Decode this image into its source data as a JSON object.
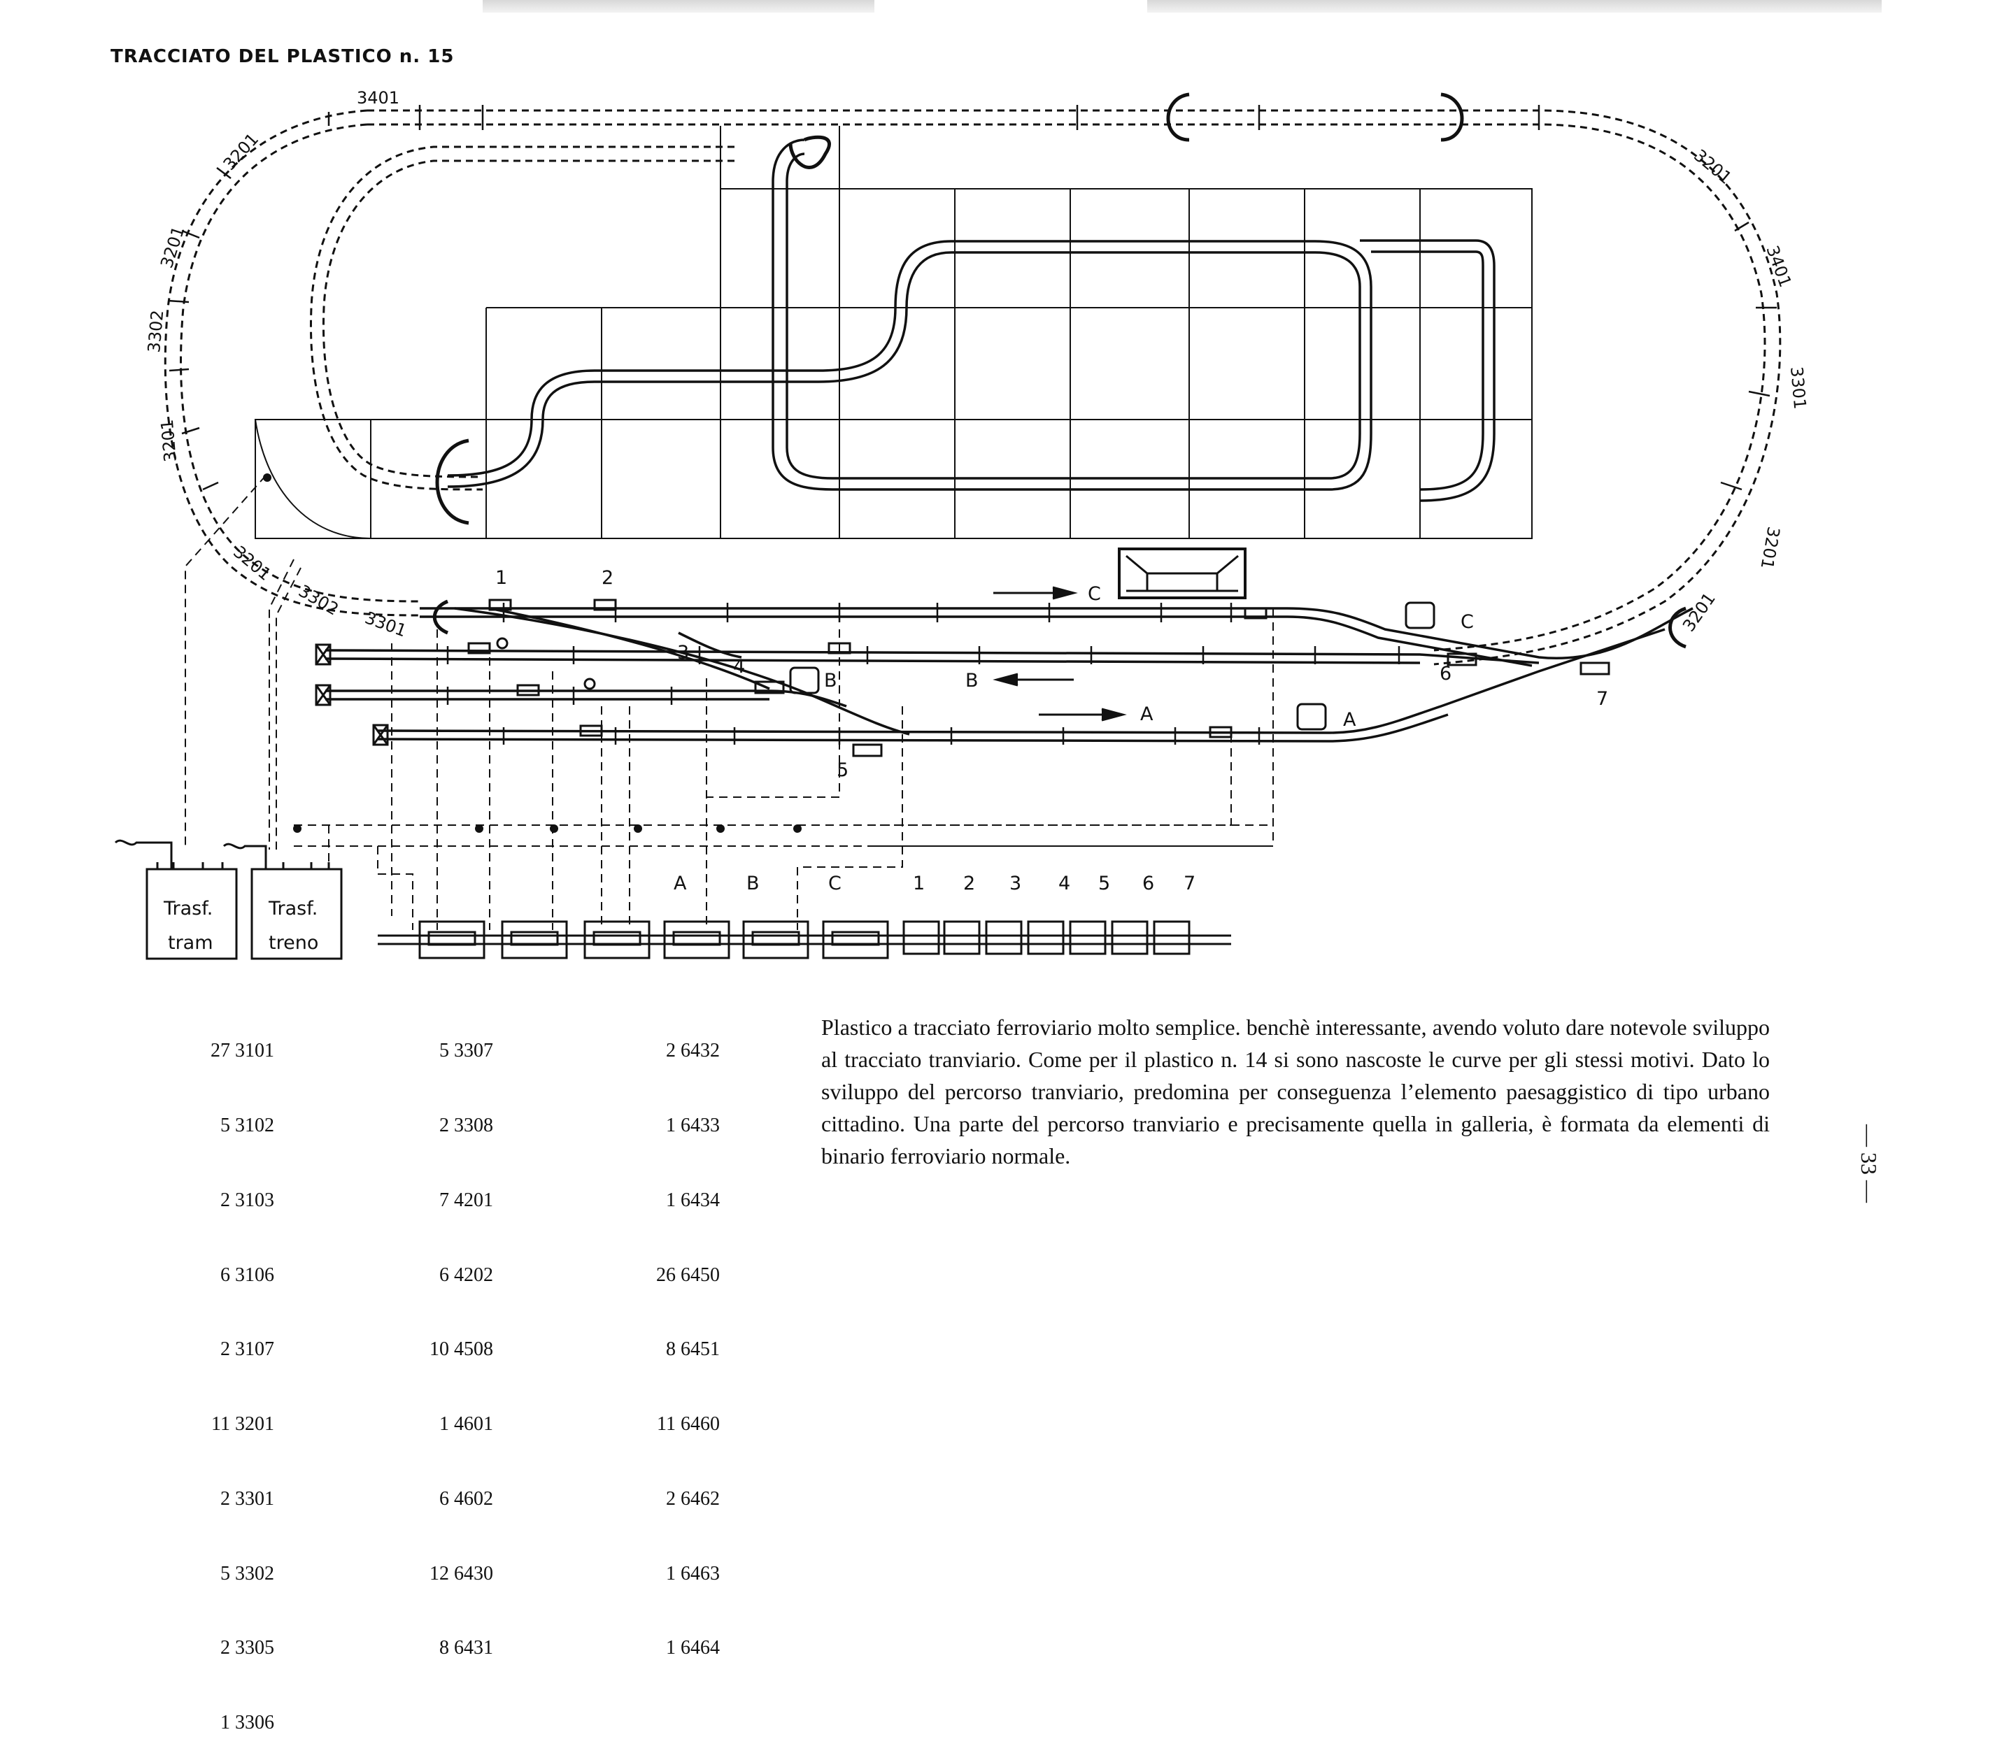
{
  "header": {
    "title": "TRACCIATO DEL PLASTICO n. 15"
  },
  "diagram": {
    "track_codes": [
      "3401",
      "3201",
      "3201",
      "3302",
      "3201",
      "3201",
      "3302",
      "3301",
      "3201",
      "3401",
      "3301",
      "3201",
      "3201"
    ],
    "station_labels": [
      "1",
      "2",
      "3",
      "4",
      "5",
      "6",
      "7"
    ],
    "route_labels": [
      "A",
      "B",
      "C",
      "A",
      "B",
      "C"
    ],
    "transformers": [
      {
        "line1": "Trasf.",
        "line2": "tram"
      },
      {
        "line1": "Trasf.",
        "line2": "treno"
      }
    ],
    "panel_top_labels": [
      "A",
      "B",
      "C",
      "1",
      "2",
      "3",
      "4",
      "5",
      "6",
      "7"
    ]
  },
  "parts_list": {
    "col1": [
      "27 3101",
      "5 3102",
      "2 3103",
      "6 3106",
      "2 3107",
      "11 3201",
      "2 3301",
      "5 3302",
      "2 3305",
      "1 3306"
    ],
    "col2": [
      "5 3307",
      "2 3308",
      "7 4201",
      "6 4202",
      "10 4508",
      "1 4601",
      "6 4602",
      "12 6430",
      "8 6431"
    ],
    "col3": [
      "2 6432",
      "1 6433",
      "1 6434",
      "26 6450",
      "8 6451",
      "11 6460",
      "2 6462",
      "1 6463",
      "1 6464"
    ]
  },
  "description": "Plastico a tracciato ferroviario molto semplice. benchè interessante, avendo voluto dare notevole sviluppo al tracciato tranviario. Come per il plastico n. 14 si sono nascoste le curve per gli stessi motivi. Dato lo sviluppo del percorso tranviario, predomina per conseguenza l’elemento paesaggistico di tipo urbano cittadino. Una parte del percorso tranviario e precisamente quella in galleria, è formata da elementi di binario ferroviario normale.",
  "page_number": "— 33 —"
}
